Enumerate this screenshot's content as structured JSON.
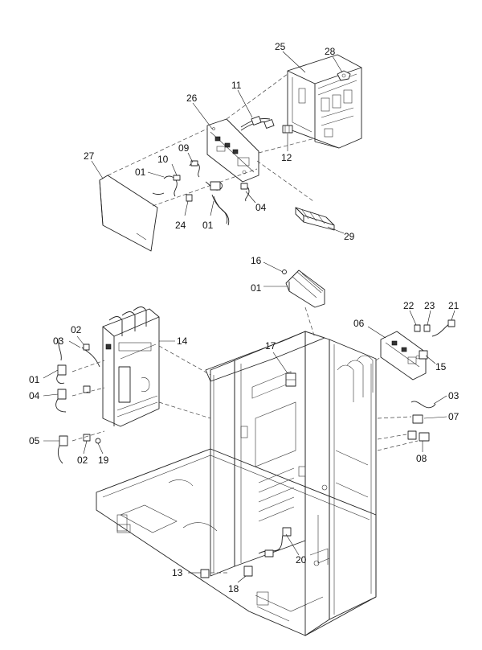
{
  "callouts": [
    {
      "id": "p25",
      "label": "25"
    },
    {
      "id": "p28",
      "label": "28"
    },
    {
      "id": "p11",
      "label": "11"
    },
    {
      "id": "p26",
      "label": "26"
    },
    {
      "id": "p12",
      "label": "12"
    },
    {
      "id": "p27",
      "label": "27"
    },
    {
      "id": "p09",
      "label": "09"
    },
    {
      "id": "p10",
      "label": "10"
    },
    {
      "id": "p01a",
      "label": "01"
    },
    {
      "id": "p24",
      "label": "24"
    },
    {
      "id": "p01b",
      "label": "01"
    },
    {
      "id": "p04a",
      "label": "04"
    },
    {
      "id": "p29",
      "label": "29"
    },
    {
      "id": "p16",
      "label": "16"
    },
    {
      "id": "p01c",
      "label": "01"
    },
    {
      "id": "p22",
      "label": "22"
    },
    {
      "id": "p23",
      "label": "23"
    },
    {
      "id": "p21",
      "label": "21"
    },
    {
      "id": "p06",
      "label": "06"
    },
    {
      "id": "p15",
      "label": "15"
    },
    {
      "id": "p02a",
      "label": "02"
    },
    {
      "id": "p03a",
      "label": "03"
    },
    {
      "id": "p14",
      "label": "14"
    },
    {
      "id": "p17",
      "label": "17"
    },
    {
      "id": "p01d",
      "label": "01"
    },
    {
      "id": "p04b",
      "label": "04"
    },
    {
      "id": "p03b",
      "label": "03"
    },
    {
      "id": "p07",
      "label": "07"
    },
    {
      "id": "p05",
      "label": "05"
    },
    {
      "id": "p02b",
      "label": "02"
    },
    {
      "id": "p19",
      "label": "19"
    },
    {
      "id": "p08",
      "label": "08"
    },
    {
      "id": "p20",
      "label": "20"
    },
    {
      "id": "p13",
      "label": "13"
    },
    {
      "id": "p18",
      "label": "18"
    }
  ]
}
